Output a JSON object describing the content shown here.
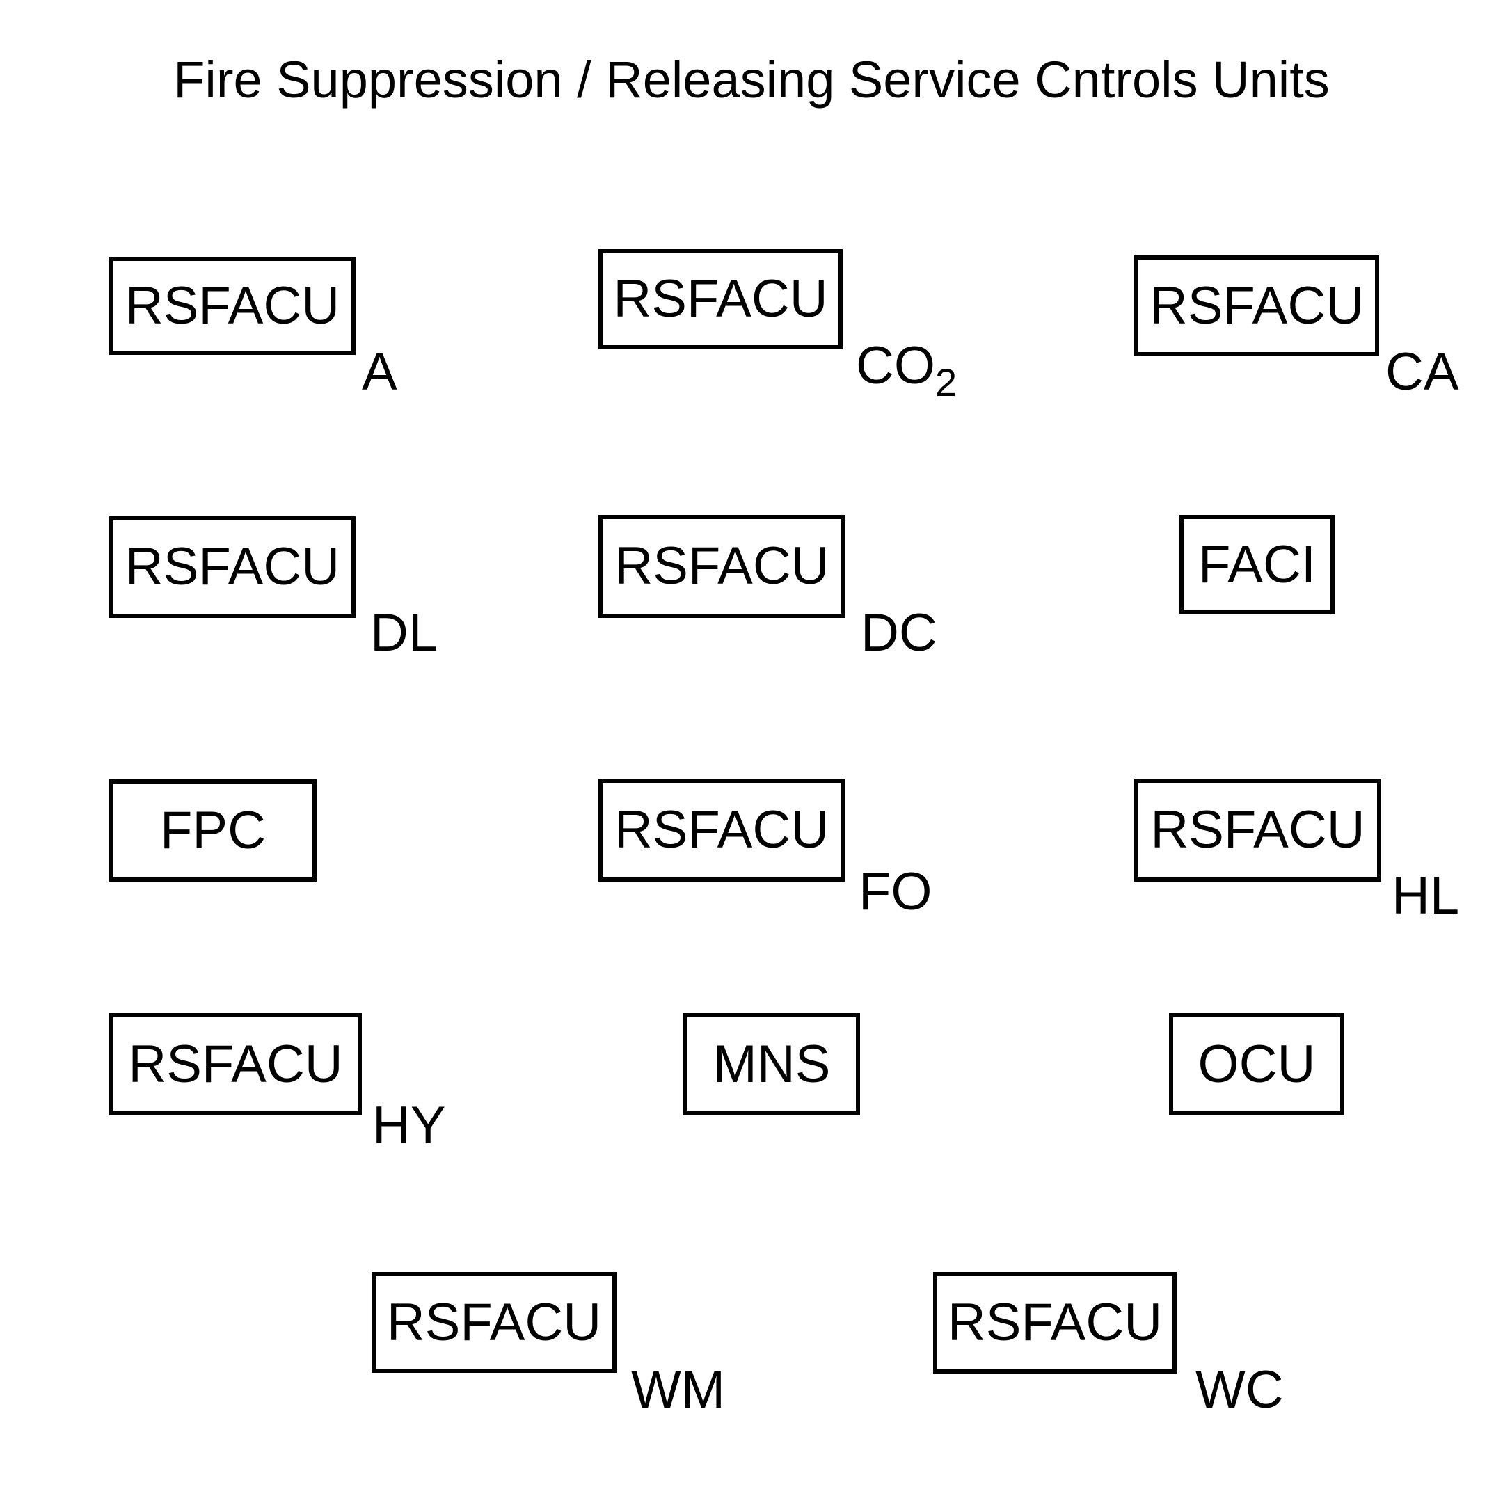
{
  "title": "Fire Suppression / Releasing Service Cntrols Units",
  "units": {
    "a": {
      "label": "RSFACU",
      "suffix": "A"
    },
    "co2": {
      "label": "RSFACU",
      "suffix": "CO",
      "suffix_sub": "2"
    },
    "ca": {
      "label": "RSFACU",
      "suffix": "CA"
    },
    "dl": {
      "label": "RSFACU",
      "suffix": "DL"
    },
    "dc": {
      "label": "RSFACU",
      "suffix": "DC"
    },
    "faci": {
      "label": "FACI"
    },
    "fpc": {
      "label": "FPC"
    },
    "fo": {
      "label": "RSFACU",
      "suffix": "FO"
    },
    "hl": {
      "label": "RSFACU",
      "suffix": "HL"
    },
    "hy": {
      "label": "RSFACU",
      "suffix": "HY"
    },
    "mns": {
      "label": "MNS"
    },
    "ocu": {
      "label": "OCU"
    },
    "wm": {
      "label": "RSFACU",
      "suffix": "WM"
    },
    "wc": {
      "label": "RSFACU",
      "suffix": "WC"
    }
  }
}
